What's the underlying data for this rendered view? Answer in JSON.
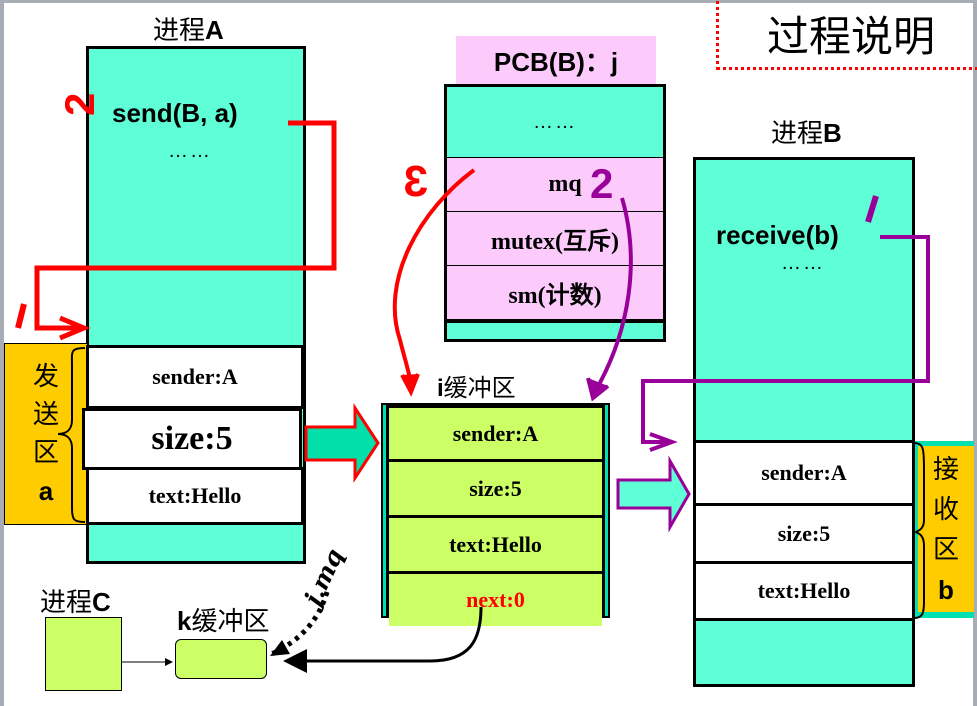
{
  "title": "过程说明",
  "process_a": {
    "label_prefix": "进程",
    "label_letter": "A",
    "call": "send(B, a)",
    "ellipsis": "……",
    "send_area": {
      "label_chars": [
        "发",
        "送",
        "区"
      ],
      "symbol": "a"
    },
    "message": {
      "sender": "sender:A",
      "size": "size:5",
      "text": "text:Hello"
    }
  },
  "pcb_b": {
    "label": "PCB(B)：j",
    "ellipsis": "……",
    "fields": [
      "mq",
      "mutex(互斥)",
      "sm(计数)"
    ]
  },
  "process_b": {
    "label_prefix": "进程",
    "label_letter": "B",
    "call": "receive(b)",
    "ellipsis": "……",
    "receive_area": {
      "label_chars": [
        "接",
        "收",
        "区"
      ],
      "symbol": "b"
    },
    "message": {
      "sender": "sender:A",
      "size": "size:5",
      "text": "text:Hello"
    }
  },
  "i_buffer": {
    "label_prefix": "i",
    "label_suffix": "缓冲区",
    "fields": {
      "sender": "sender:A",
      "size": "size:5",
      "text": "text:Hello",
      "next": "next:0"
    }
  },
  "process_c": {
    "label_prefix": "进程",
    "label_letter": "C"
  },
  "k_buffer": {
    "label_prefix": "k",
    "label_suffix": "缓冲区"
  },
  "annotations": {
    "step_send": "2",
    "step_mq_red": "3",
    "step_mq_purple": "2",
    "step_receive": "1",
    "step_send_area": "1",
    "dotted_link": "j.mq"
  },
  "colors": {
    "process_fill": "#5effd6",
    "pcb_fill": "#fdcbfb",
    "buffer_fill": "#ccff66",
    "area_label_fill": "#ffcc00",
    "send_flow": "#ff0000",
    "receive_flow": "#990099",
    "next_text": "#ff0000"
  }
}
